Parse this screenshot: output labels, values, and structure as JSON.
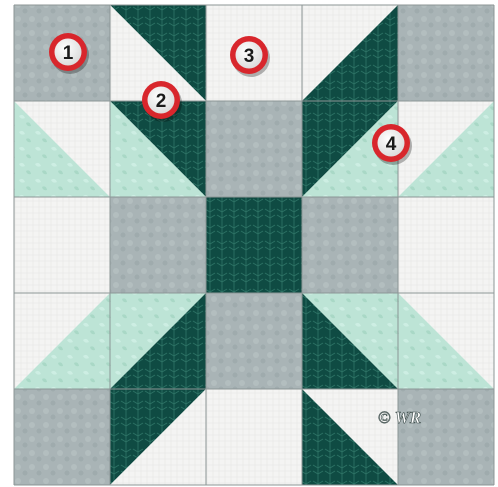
{
  "quilt": {
    "badges": [
      {
        "label": "1"
      },
      {
        "label": "2"
      },
      {
        "label": "3"
      },
      {
        "label": "4"
      }
    ],
    "watermark": "© WR",
    "colors": {
      "light_gray": "#a7b3b5",
      "dark_teal": "#0e4a42",
      "mint": "#bfe6d8",
      "white": "#f3f3f2",
      "seam": "#8c9696",
      "badge_red": "#d8262c"
    }
  }
}
